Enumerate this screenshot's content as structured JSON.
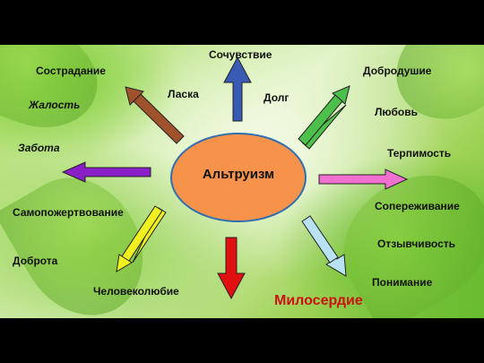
{
  "center": "Альтруизм",
  "highlight": "Милосердие",
  "labels": {
    "sochuvstvie": "Сочувствие",
    "sostradanie": "Сострадание",
    "laska": "Ласка",
    "dolg": "Долг",
    "dobrodushie": "Добродушие",
    "zhalost": "Жалость",
    "lyubov": "Любовь",
    "zabota": "Забота",
    "terpimost": "Терпимость",
    "samopozhertvovanie": "Самопожертвование",
    "soperezhivanie": "Сопереживание",
    "otzyvchivost": "Отзывчивость",
    "dobrota": "Доброта",
    "ponimanie": "Понимание",
    "chelovekolyubie": "Человеколюбие"
  },
  "colors": {
    "center_fill": "#f6924a",
    "center_border": "#2f6fb0",
    "highlight_text": "#cc1111",
    "arrow_blue": "#3a5bb4",
    "arrow_brown": "#a0522d",
    "arrow_green": "#4cc04a",
    "arrow_purple": "#8a1fc8",
    "arrow_pink": "#f070d0",
    "arrow_red": "#e01010",
    "arrow_yellow": "#f0f020",
    "arrow_lightblue": "#b8e2f2"
  }
}
